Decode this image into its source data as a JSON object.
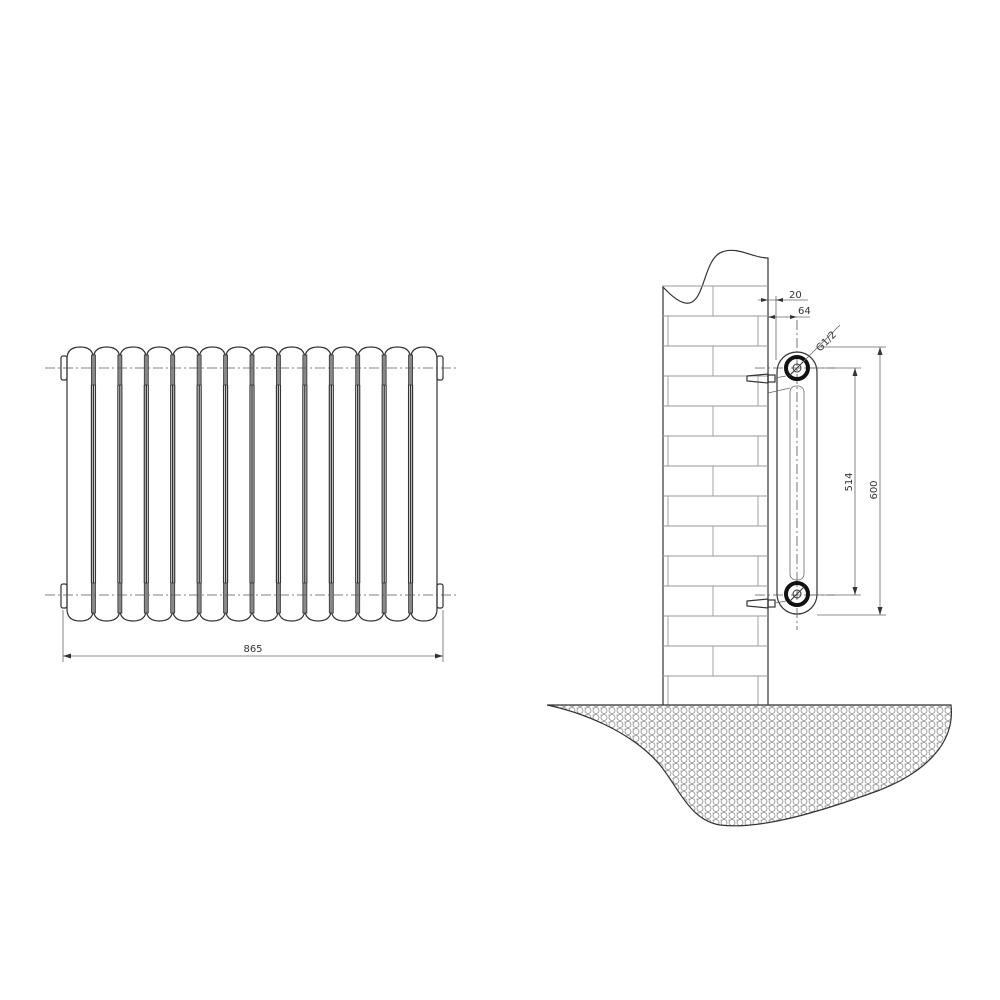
{
  "front_view": {
    "column_count": 14,
    "width_dimension": "865"
  },
  "side_view": {
    "wall_gap_dimension": "20",
    "pipe_offset_dimension": "64",
    "connection_label": "G1/2",
    "centre_distance_dimension": "514",
    "height_dimension": "600"
  },
  "colors": {
    "line": "#333333",
    "ground_hatch": "#999999"
  }
}
